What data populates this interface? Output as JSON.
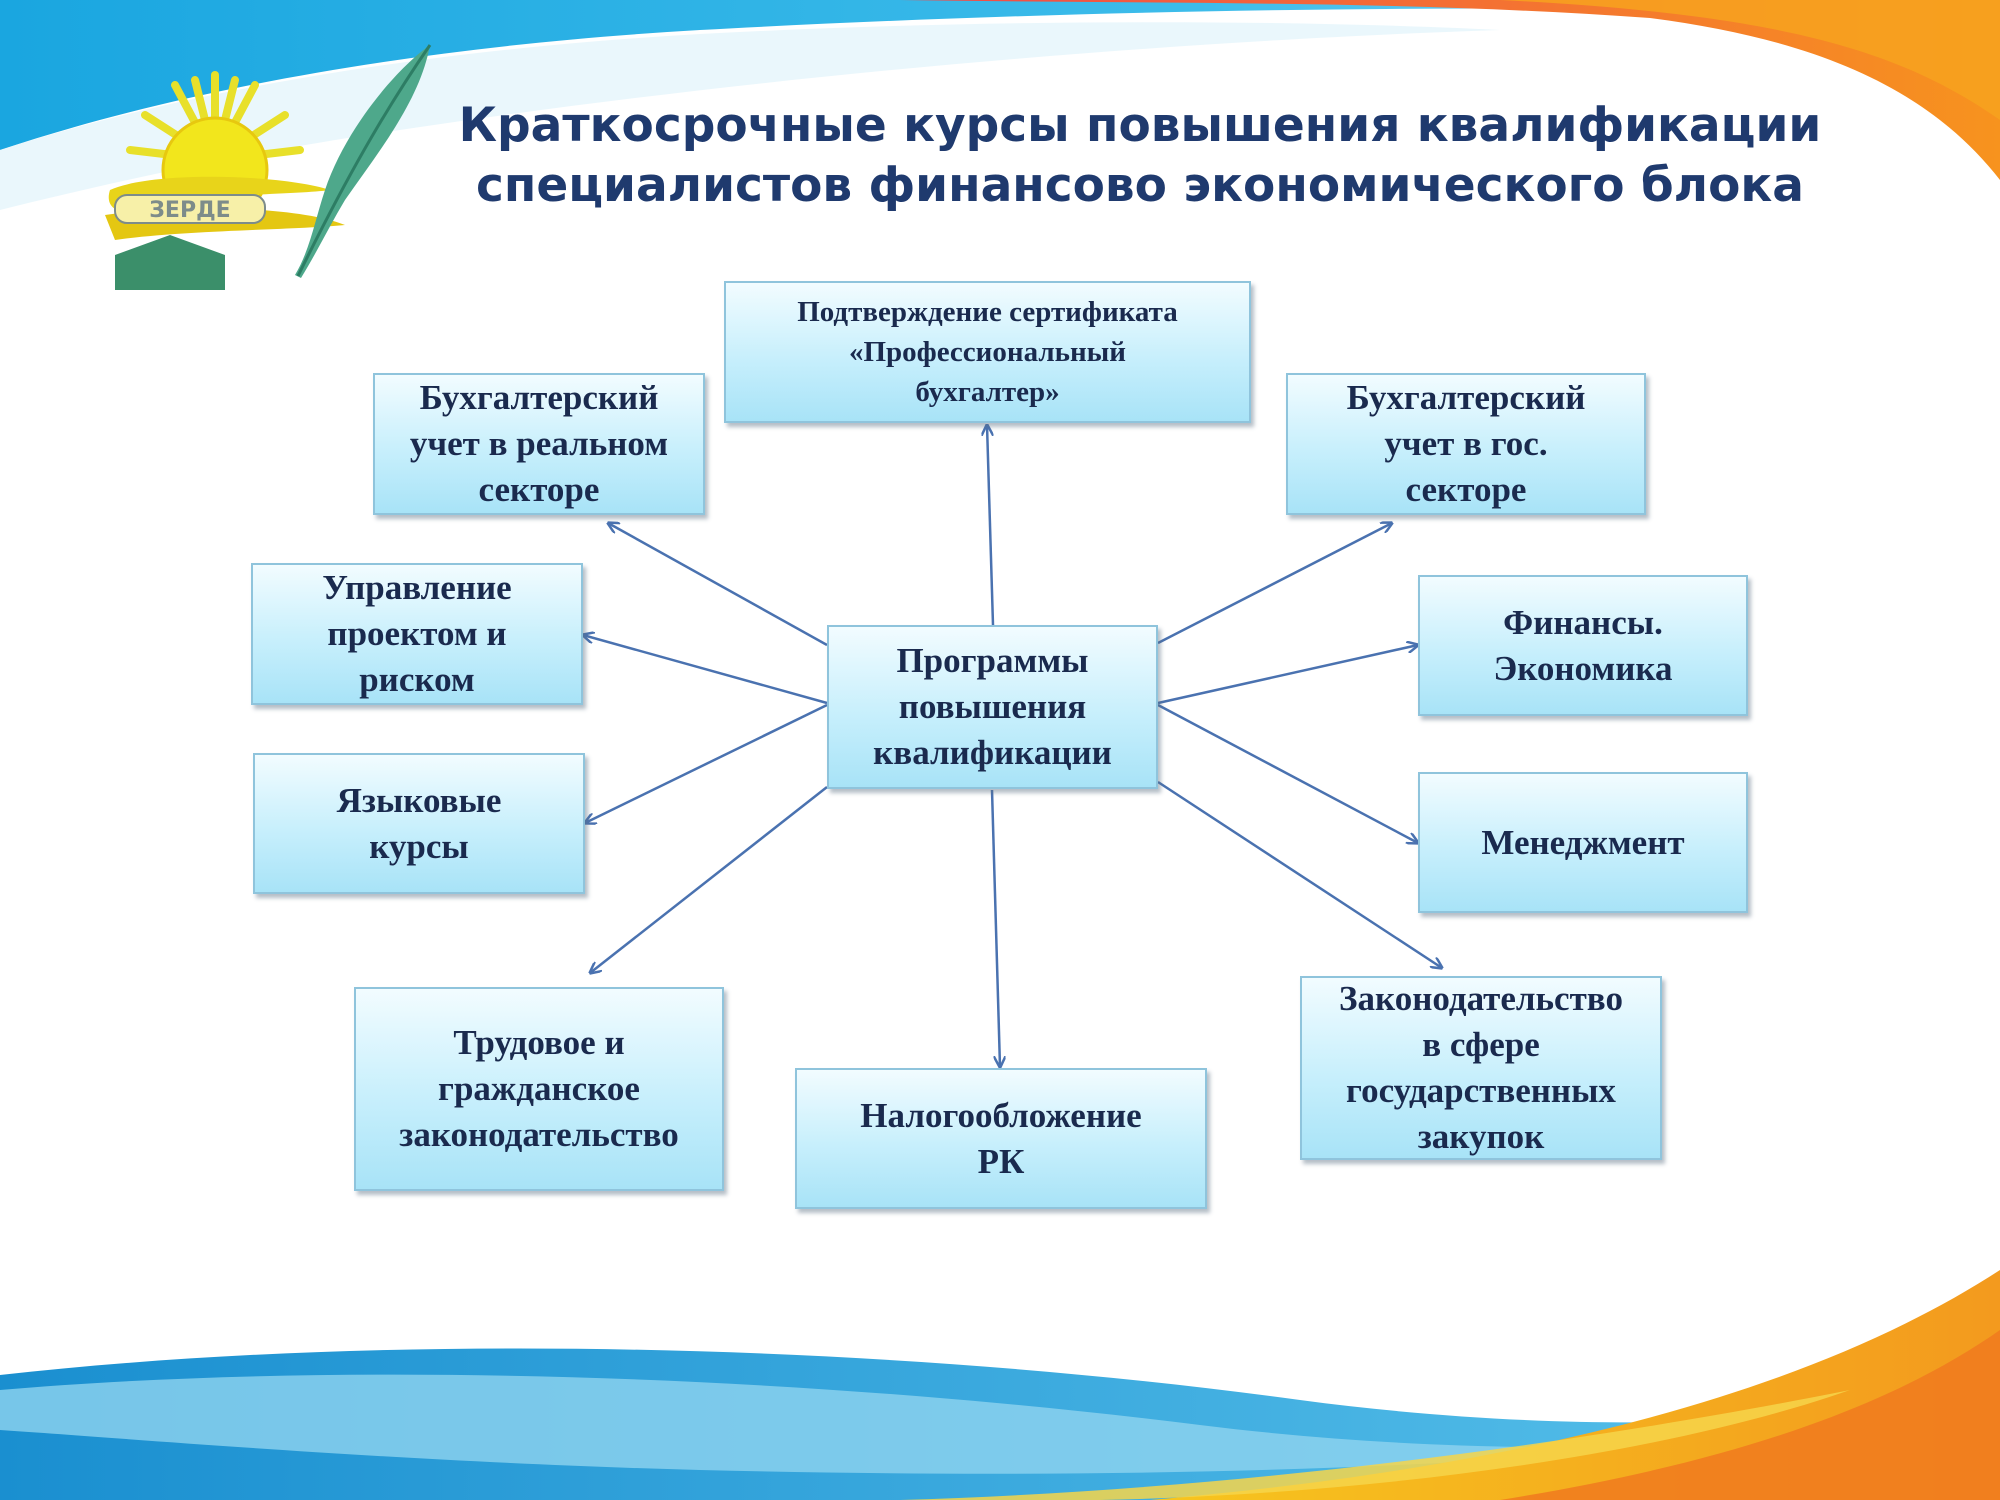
{
  "title": {
    "line1": "Краткосрочные курсы повышения квалификации",
    "line2": "специалистов финансово экономического блока"
  },
  "logo": {
    "text": "ЗЕРДЕ"
  },
  "diagram": {
    "center": {
      "lines": [
        "Программы",
        "повышения",
        "квалификации"
      ]
    },
    "nodes": {
      "certificate": [
        "Подтверждение сертификата",
        "«Профессиональный",
        "бухгалтер»"
      ],
      "accounting_real": [
        "Бухгалтерский",
        "учет в реальном",
        "секторе"
      ],
      "accounting_gov": [
        "Бухгалтерский",
        "учет в гос.",
        "секторе"
      ],
      "project_risk": [
        "Управление",
        "проектом и",
        "риском"
      ],
      "finance_economics": [
        "Финансы.",
        "Экономика"
      ],
      "language": [
        "Языковые",
        "курсы"
      ],
      "management": [
        "Менеджмент"
      ],
      "labor_law": [
        "Трудовое и",
        "гражданское",
        "законодательство"
      ],
      "taxation": [
        "Налогообложение",
        "РК"
      ],
      "procurement_law": [
        "Законодательство",
        "в сфере",
        "государственных",
        "закупок"
      ]
    }
  },
  "colors": {
    "title": "#1f3a6e",
    "arrow": "#4a72b0",
    "box_border": "#8fc4dc",
    "box_fill_top": "#f2fcff",
    "box_fill_bottom": "#a8e3f7"
  }
}
